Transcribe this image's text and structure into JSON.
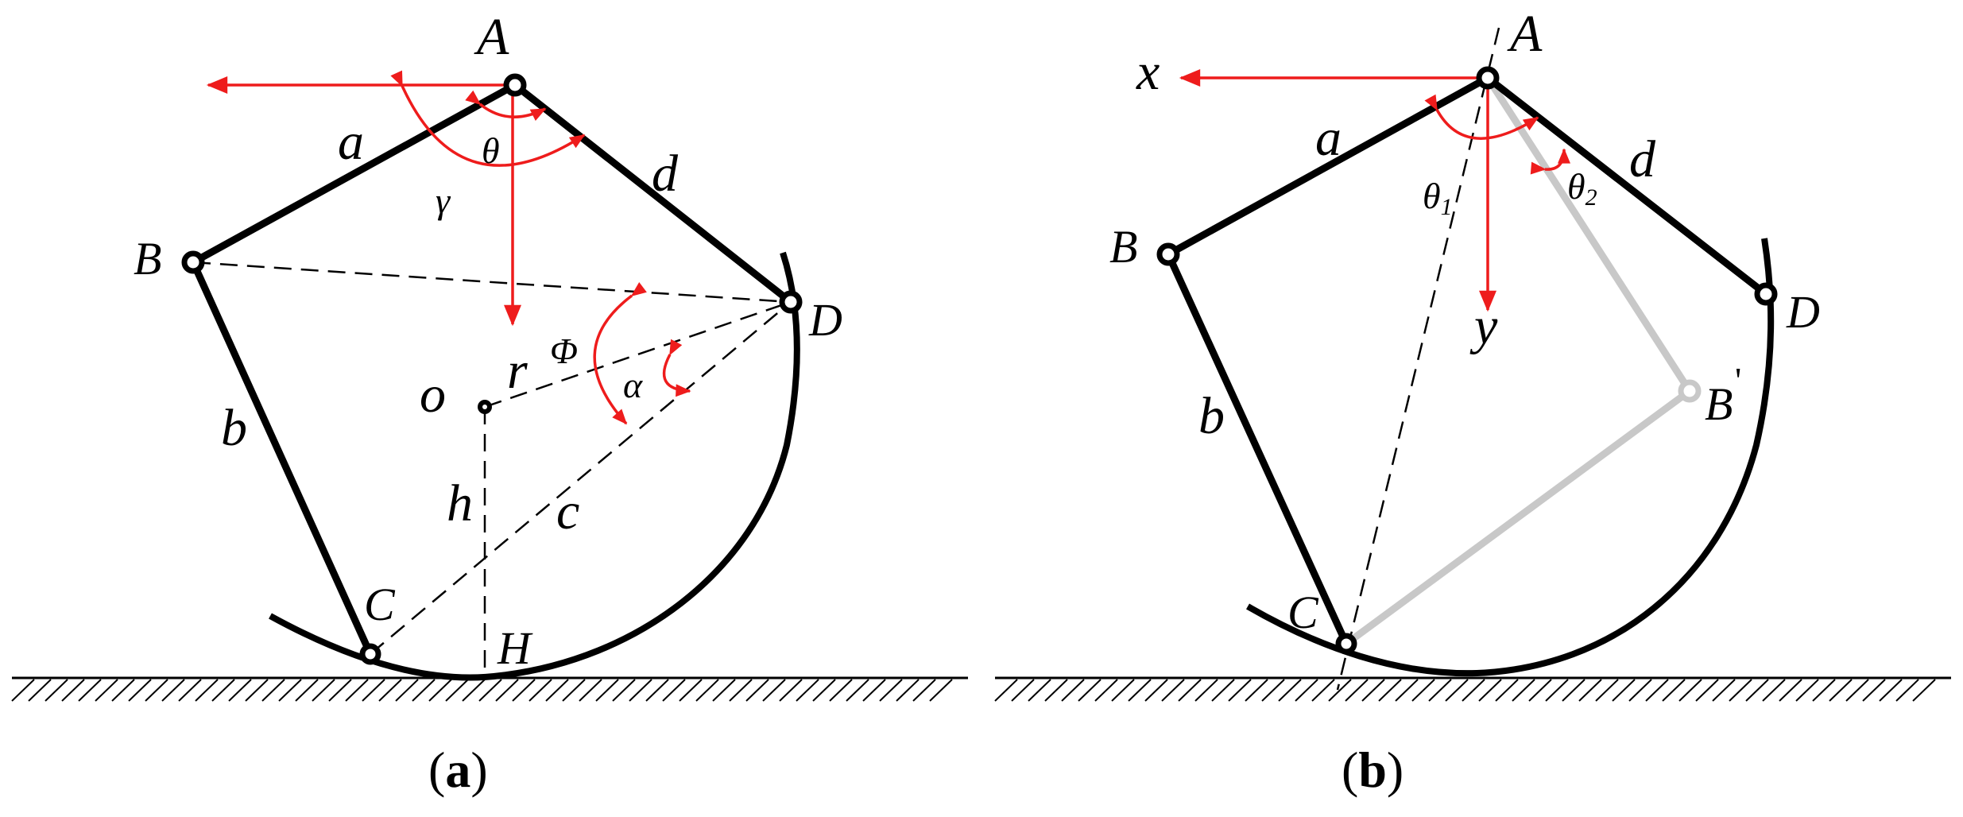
{
  "accent_color": "#ee1c1c",
  "panel_a": {
    "caption_open": "(",
    "caption_letter": "a",
    "caption_close": ")",
    "labels": {
      "A": "A",
      "B": "B",
      "C": "C",
      "D": "D",
      "o": "o",
      "H": "H",
      "a": "a",
      "b": "b",
      "c": "c",
      "d": "d",
      "r": "r",
      "h": "h",
      "theta": "θ",
      "gamma": "γ",
      "phi": "Φ",
      "alpha": "α"
    }
  },
  "panel_b": {
    "caption_open": "(",
    "caption_letter": "b",
    "caption_close": ")",
    "labels": {
      "A": "A",
      "B": "B",
      "C": "C",
      "D": "D",
      "B_prime": "B",
      "prime_mark": "'",
      "x": "x",
      "y": "y",
      "a": "a",
      "b": "b",
      "d": "d",
      "theta": "θ",
      "sub_1": "1",
      "sub_2": "2"
    }
  }
}
